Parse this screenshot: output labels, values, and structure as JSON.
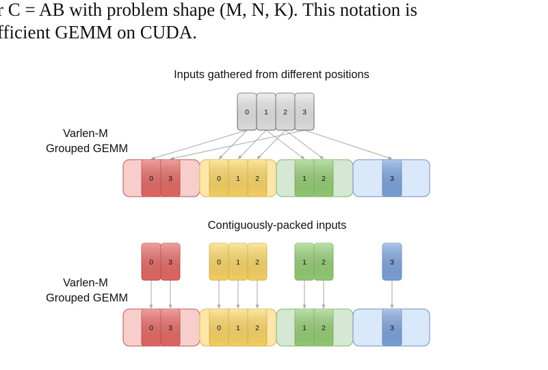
{
  "text_header": {
    "line1": "r C = AB with problem shape (M, N, K). This notation is",
    "line2": "fficient GEMM on CUDA."
  },
  "diagram": {
    "top": {
      "title": "Inputs gathered from different positions",
      "side_label": [
        "Varlen-M",
        "Grouped GEMM"
      ],
      "inputs": [
        "0",
        "1",
        "2",
        "3"
      ]
    },
    "bottom": {
      "title": "Contiguously-packed inputs",
      "side_label": [
        "Varlen-M",
        "Grouped GEMM"
      ]
    },
    "groups": [
      {
        "id": "red",
        "fill": "#f8cecc",
        "stroke": "#b85450",
        "cell": "#ea6b66",
        "items": [
          "0",
          "3"
        ]
      },
      {
        "id": "yellow",
        "fill": "#ffe6a8",
        "stroke": "#d6b656",
        "cell": "#ffd966",
        "items": [
          "0",
          "1",
          "2"
        ]
      },
      {
        "id": "green",
        "fill": "#d5e8d4",
        "stroke": "#82b366",
        "cell": "#97d077",
        "items": [
          "1",
          "2"
        ]
      },
      {
        "id": "blue",
        "fill": "#dae8fc",
        "stroke": "#6c8ebf",
        "cell": "#7ea6e0",
        "items": [
          "3"
        ]
      }
    ],
    "input_box": {
      "fill": "#e6e6e6",
      "stroke": "#666666"
    },
    "arrow_color": "#a6a6a6"
  }
}
